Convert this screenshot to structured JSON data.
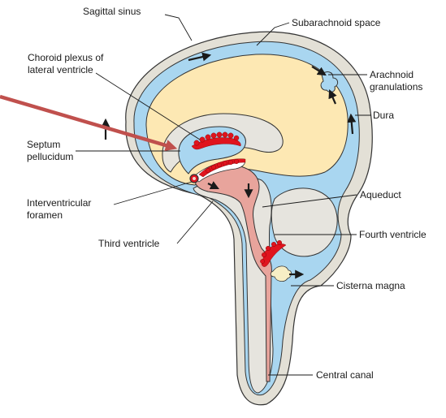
{
  "labels": {
    "sagittal_sinus": "Sagittal sinus",
    "subarachnoid_space": "Subarachnoid space",
    "choroid_plexus": [
      "Choroid plexus of",
      "lateral ventricle"
    ],
    "arachnoid_granulations": [
      "Arachnoid",
      "granulations"
    ],
    "dura": "Dura",
    "septum_pellucidum": [
      "Septum",
      "pellucidum"
    ],
    "interventricular_foramen": [
      "Interventricular",
      "foramen"
    ],
    "aqueduct": "Aqueduct",
    "third_ventricle": "Third ventricle",
    "fourth_ventricle": "Fourth ventricle",
    "cisterna_magna": "Cisterna magna",
    "central_canal": "Central canal"
  },
  "colors": {
    "dura": "#e3e0d6",
    "csf": "#a9d6f0",
    "brain": "#fde8b3",
    "gray_tissue": "#e6e4de",
    "ventricle": "#e8a49c",
    "choroid": "#e0141e",
    "pointer_arrow": "#c0504d",
    "outline": "#333333"
  }
}
